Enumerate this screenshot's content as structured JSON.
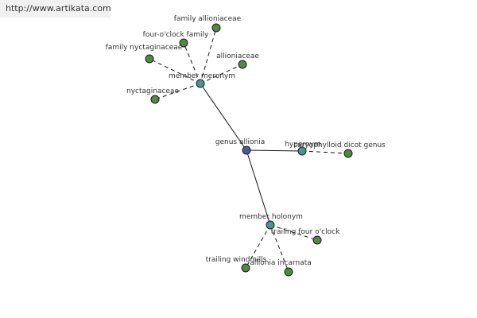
{
  "watermark": "http://www.artikata.com",
  "colors": {
    "center": "#4d5a9a",
    "hub": "#4b9590",
    "leaf": "#4f8a42",
    "edge": "#111111"
  },
  "graph": {
    "center": {
      "id": "genus-allionia",
      "label": "genus allionia"
    },
    "hubs": [
      {
        "id": "member-meronym",
        "label": "member meronym"
      },
      {
        "id": "hypernym",
        "label": "hypernym"
      },
      {
        "id": "member-holonym",
        "label": "member holonym"
      }
    ],
    "leaves": [
      {
        "id": "family-allioniaceae",
        "label": "family allioniaceae",
        "hub": "member-meronym"
      },
      {
        "id": "four-oclock-family",
        "label": "four-o'clock family",
        "hub": "member-meronym"
      },
      {
        "id": "family-nyctaginaceae",
        "label": "family nyctaginaceae",
        "hub": "member-meronym"
      },
      {
        "id": "allioniaceae",
        "label": "allioniaceae",
        "hub": "member-meronym"
      },
      {
        "id": "nyctaginaceae",
        "label": "nyctaginaceae",
        "hub": "member-meronym"
      },
      {
        "id": "caryophylloid-dicot-genus",
        "label": "caryophylloid dicot genus",
        "hub": "hypernym"
      },
      {
        "id": "trailing-four-oclock",
        "label": "trailing four o'clock",
        "hub": "member-holonym"
      },
      {
        "id": "trailing-windmills",
        "label": "trailing windmills",
        "hub": "member-holonym"
      },
      {
        "id": "allionia-incarnata",
        "label": "allionia incarnata",
        "hub": "member-holonym"
      }
    ]
  }
}
